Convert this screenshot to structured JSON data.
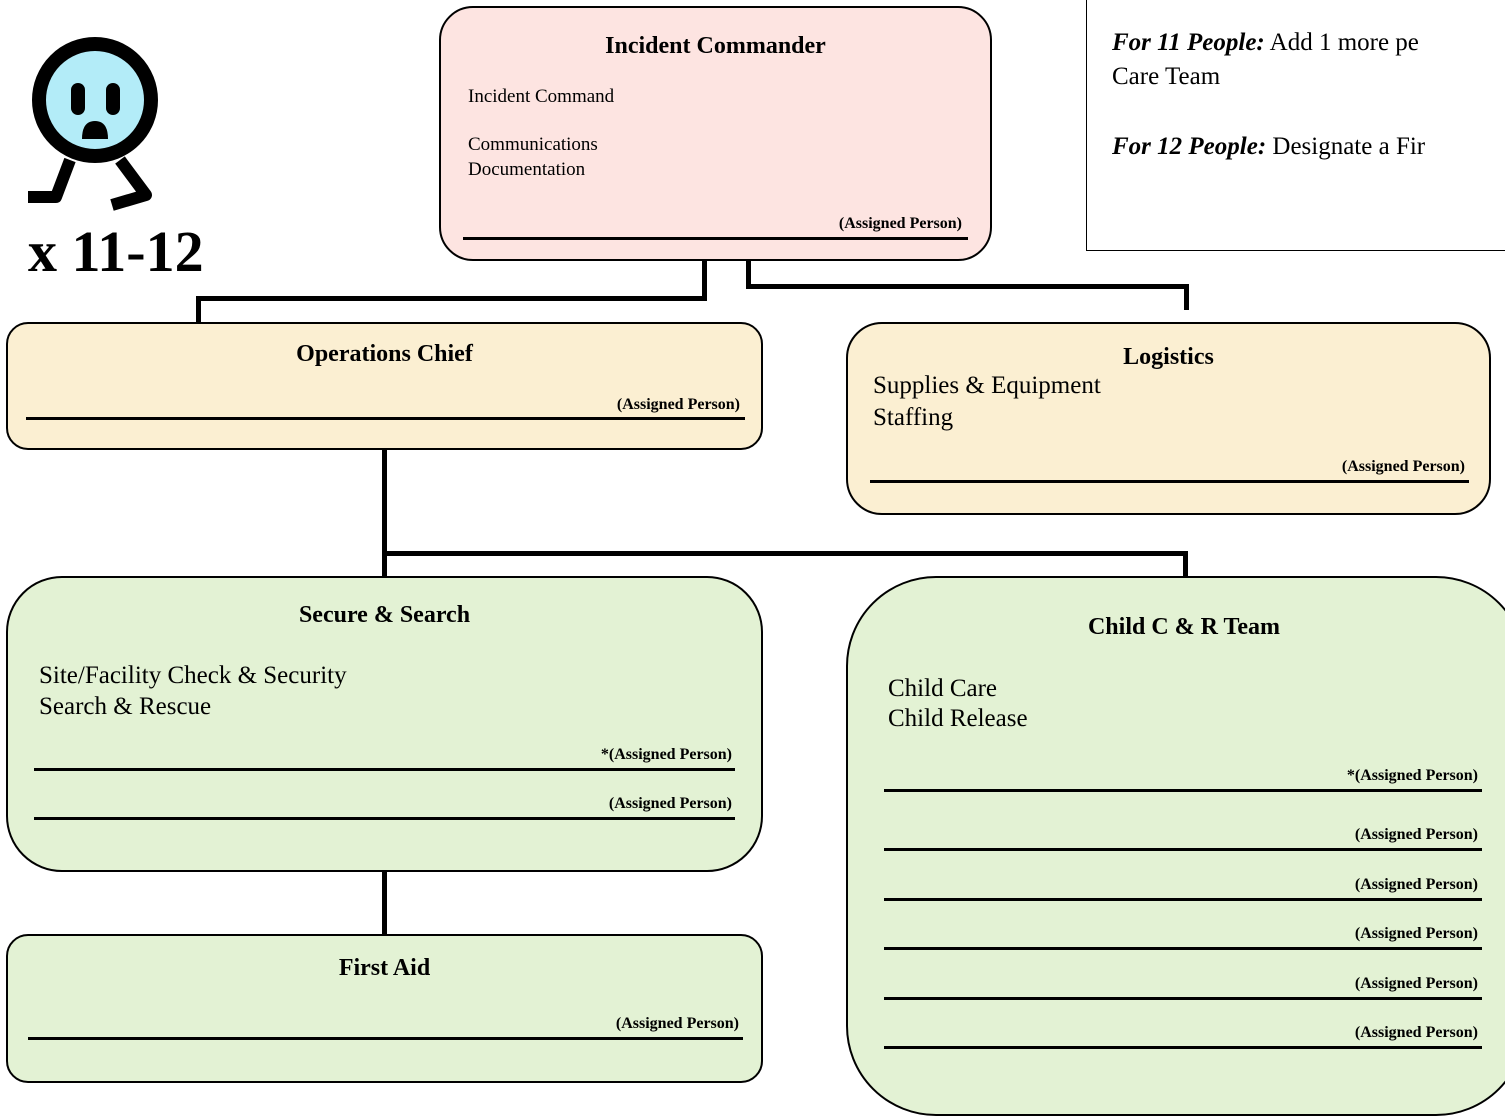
{
  "badge": {
    "count_label": "x 11-12"
  },
  "note": {
    "line1_label": "For 11 People:",
    "line1_text": " Add 1 more pe",
    "line1_cont": "Care Team",
    "line2_label": "For 12 People:",
    "line2_text": " Designate a Fir"
  },
  "incident_commander": {
    "title": "Incident Commander",
    "duty1": "Incident Command",
    "duty2": "Communications",
    "duty3": "Documentation",
    "assigned": "(Assigned Person)"
  },
  "operations_chief": {
    "title": "Operations Chief",
    "assigned": "(Assigned Person)"
  },
  "logistics": {
    "title": "Logistics",
    "duty1": "Supplies & Equipment",
    "duty2": "Staffing",
    "assigned": "(Assigned Person)"
  },
  "secure_search": {
    "title": "Secure & Search",
    "duty1": "Site/Facility Check & Security",
    "duty2": "Search & Rescue",
    "assigned1": "*(Assigned Person)",
    "assigned2": "(Assigned Person)"
  },
  "child_team": {
    "title": "Child C & R Team",
    "duty1": "Child Care",
    "duty2": "Child Release",
    "assigned": [
      "*(Assigned Person)",
      "(Assigned Person)",
      "(Assigned Person)",
      "(Assigned Person)",
      "(Assigned Person)",
      "(Assigned Person)"
    ]
  },
  "first_aid": {
    "title": "First Aid",
    "assigned": "(Assigned Person)"
  },
  "colors": {
    "commander_fill": "#fde4e1",
    "section_fill": "#fbefd2",
    "team_fill": "#e3f2d4",
    "mascot_face": "#b3ecf8"
  },
  "icons": {
    "mascot": "outlet-face-icon"
  }
}
